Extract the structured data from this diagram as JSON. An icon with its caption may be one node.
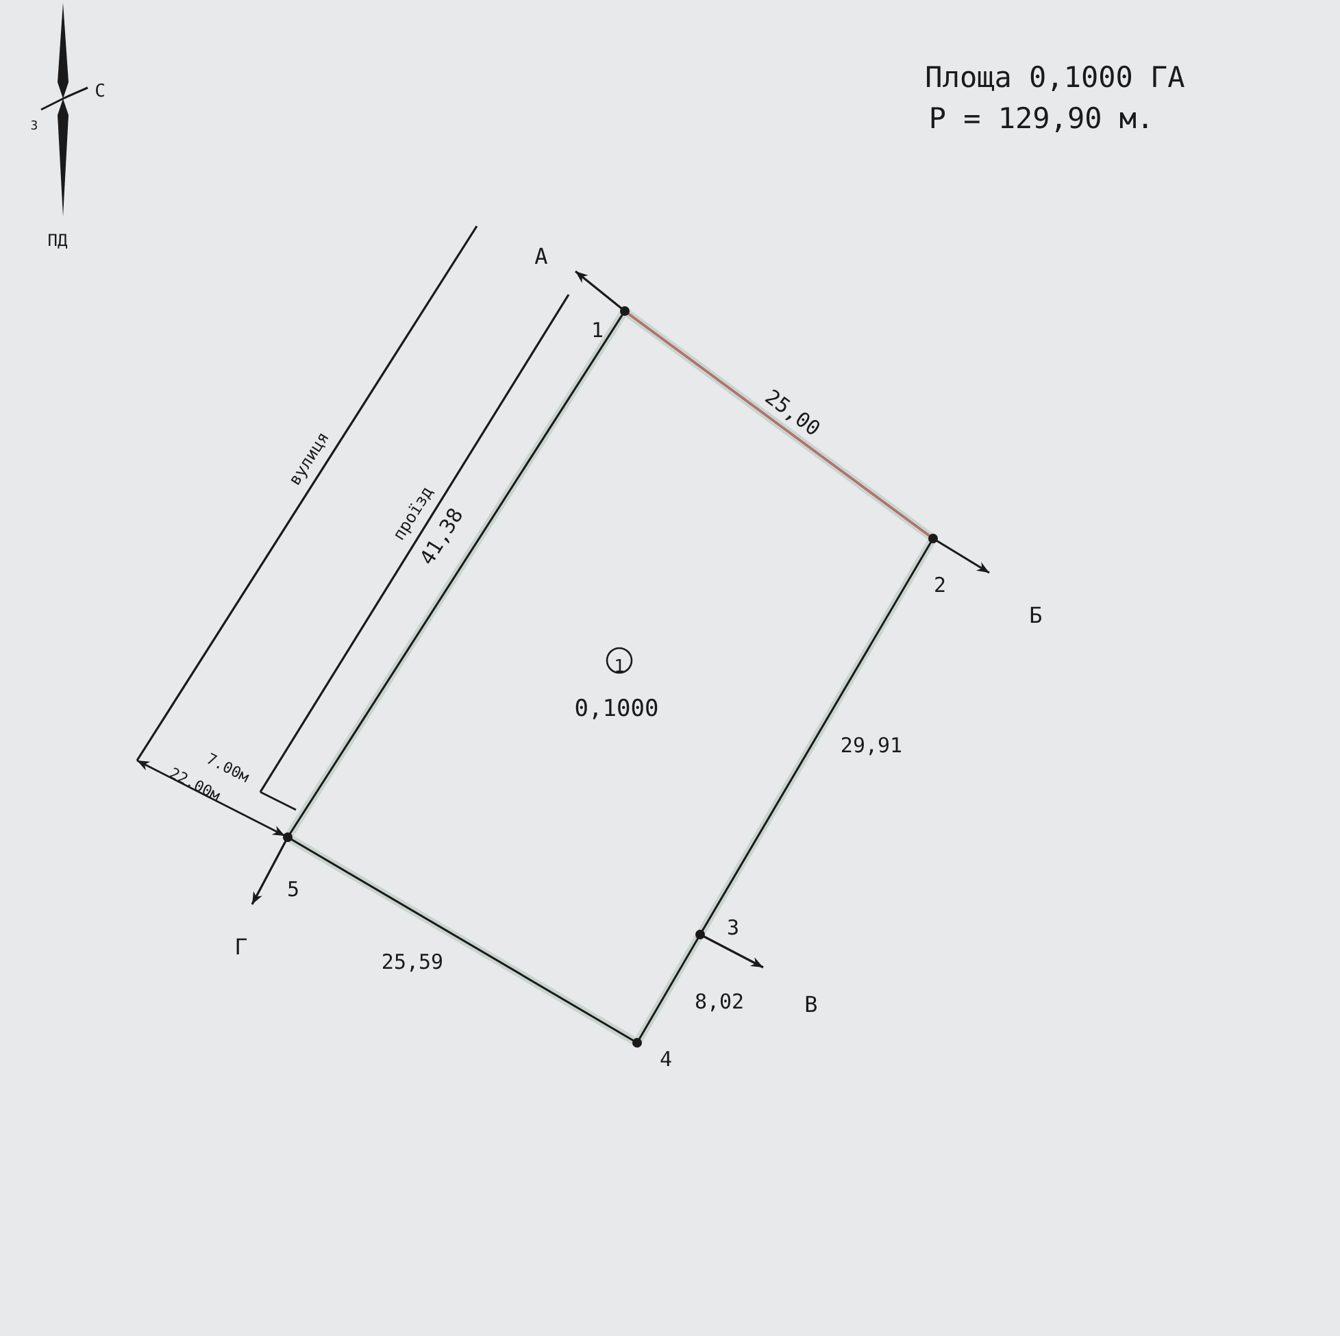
{
  "diagram": {
    "labels": [
      "С",
      "З",
      "ПД",
      "Площа 0,1000 ГА",
      "P = 129,90 м.",
      "А",
      "1",
      "вулиця",
      "25,00",
      "проїзд",
      "41,38",
      "2",
      "Б",
      "1",
      "0,1000",
      "29,91",
      "7.00м",
      "22.00м",
      "5",
      "Г",
      "3",
      "25,59",
      "8,02",
      "В",
      "4"
    ]
  }
}
